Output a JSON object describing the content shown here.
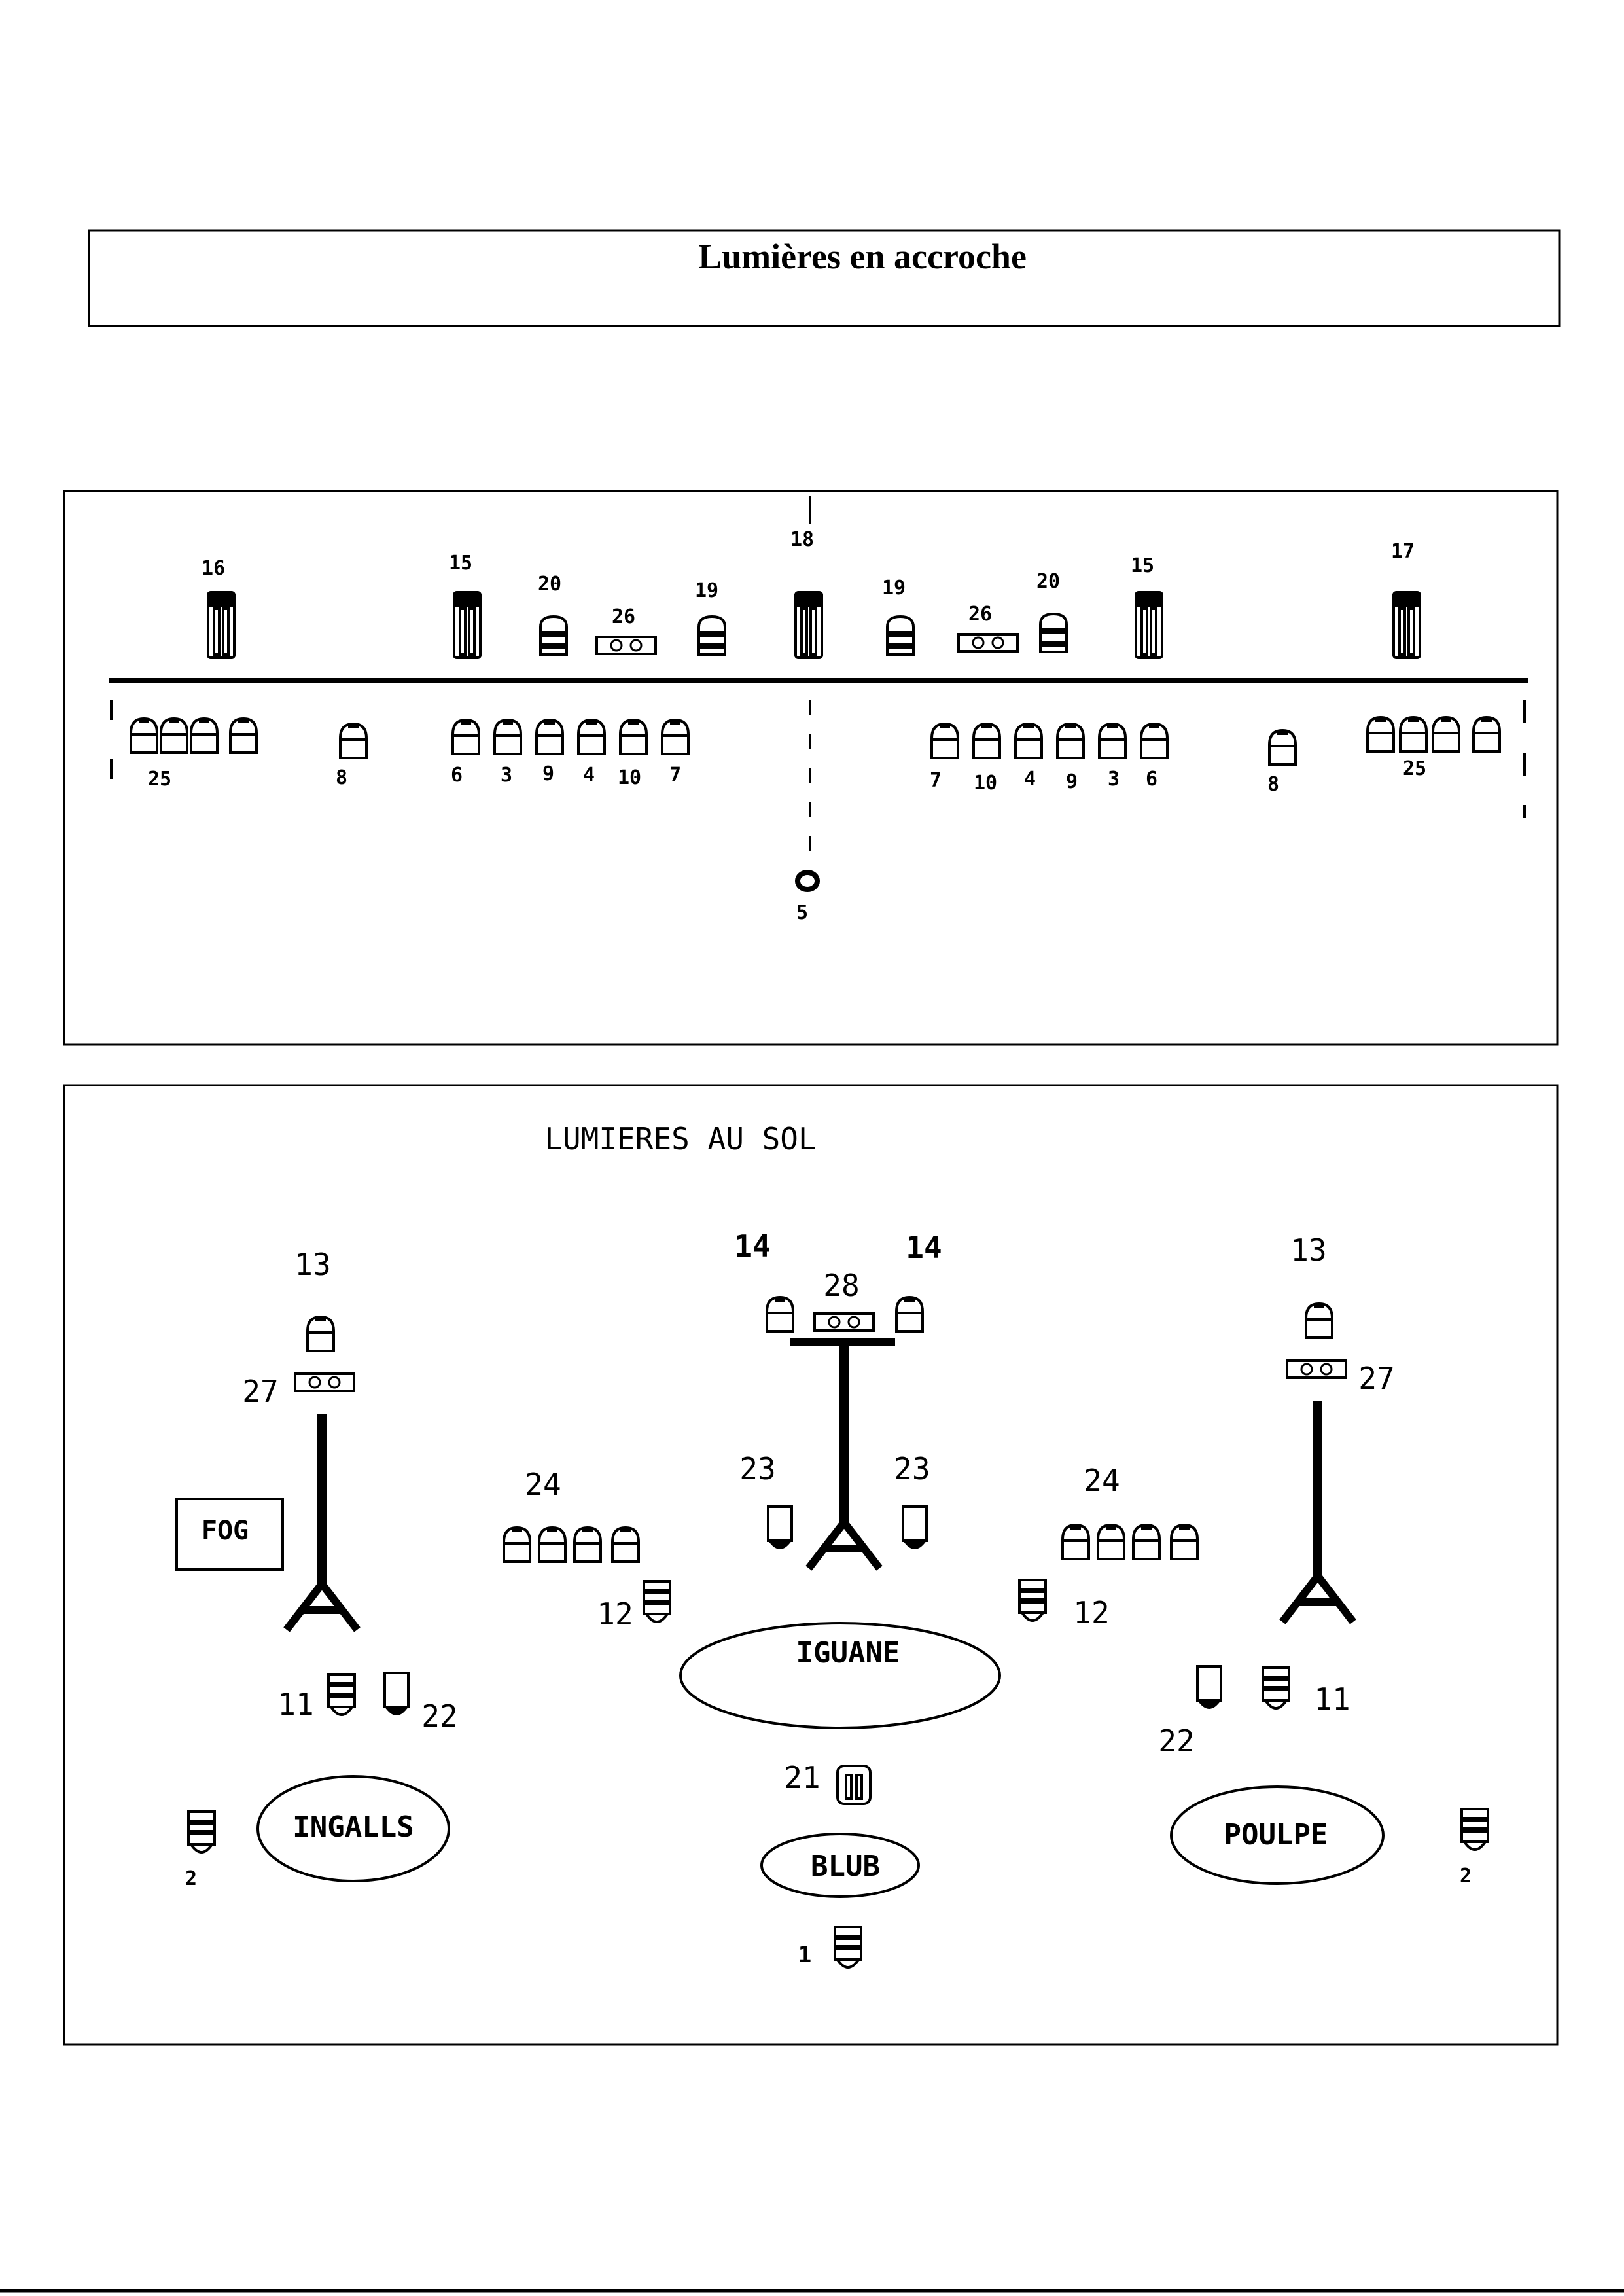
{
  "header": {
    "title": "Lumières en accroche"
  },
  "hanging": {
    "labels": {
      "l16": "16",
      "l15a": "15",
      "l20a": "20",
      "l26a": "26",
      "l19a": "19",
      "l18": "18",
      "l19b": "19",
      "l26b": "26",
      "l20b": "20",
      "l15b": "15",
      "l17": "17",
      "l25a": "25",
      "l8a": "8",
      "lL6": "6",
      "lL3": "3",
      "lL9": "9",
      "lL4": "4",
      "lL10": "10",
      "lL7": "7",
      "lR7": "7",
      "lR10": "10",
      "lR4": "4",
      "lR9": "9",
      "lR3": "3",
      "lR6": "6",
      "l8b": "8",
      "l25b": "25",
      "l5": "5"
    }
  },
  "floor": {
    "title": "LUMIERES AU SOL",
    "labels": {
      "l13a": "13",
      "l27a": "27",
      "fog": "FOG",
      "l14a": "14",
      "l14b": "14",
      "l28": "28",
      "l13b": "13",
      "l27b": "27",
      "l24a": "24",
      "l24b": "24",
      "l23a": "23",
      "l23b": "23",
      "l12a": "12",
      "l12b": "12",
      "l11a": "11",
      "l22a": "22",
      "l11b": "11",
      "l22b": "22",
      "l21": "21",
      "l1": "1",
      "l2a": "2",
      "l2b": "2"
    },
    "zones": {
      "ingalls": "INGALLS",
      "iguane": "IGUANE",
      "blub": "BLUB",
      "poulpe": "POULPE"
    }
  }
}
